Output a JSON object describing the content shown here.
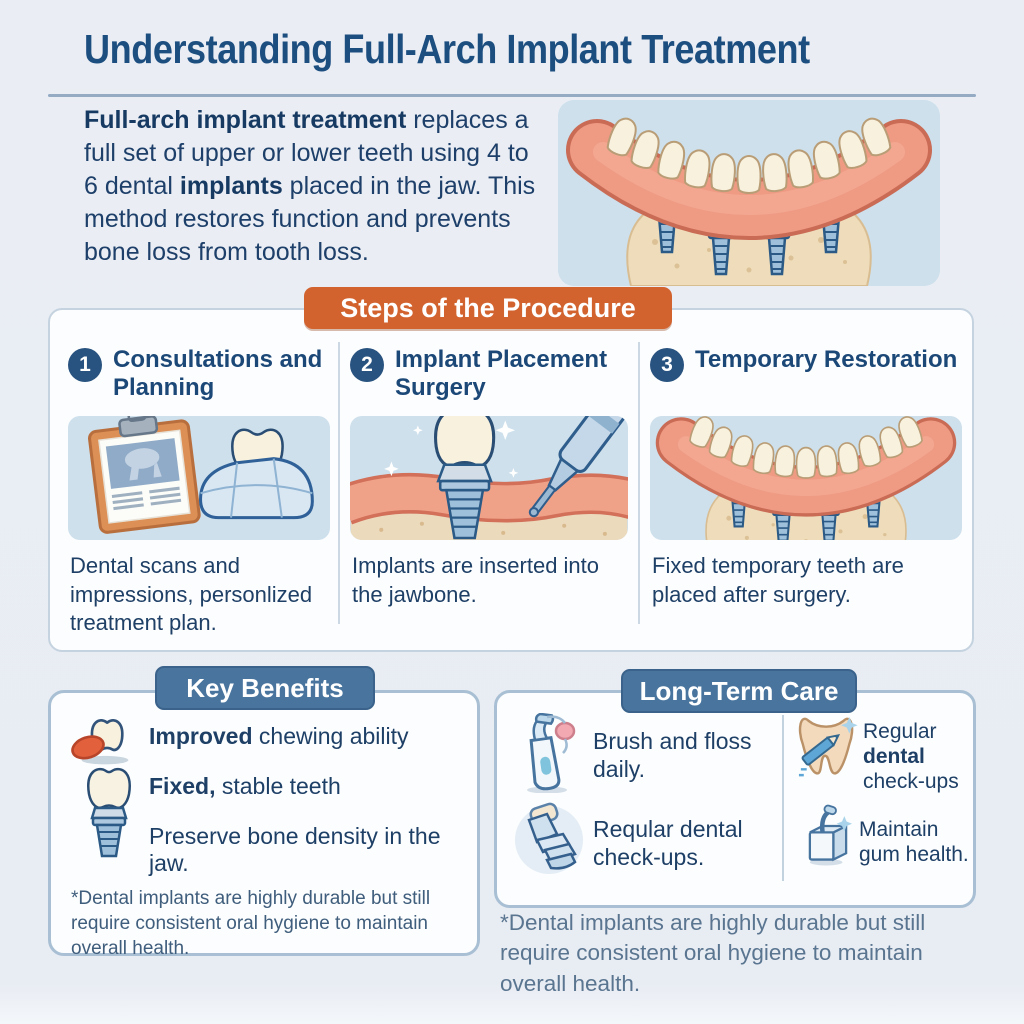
{
  "title": "Understanding Full-Arch Implant Treatment",
  "intro": {
    "bold1": "Full-arch implant treatment",
    "text1": " replaces a full set of upper or lower teeth using 4 to 6 dental ",
    "bold2": "implants",
    "text2": " placed in the jaw. This method restores function and prevents bone loss from tooth loss."
  },
  "hero": {
    "icon": "full-arch-implant-denture-illustration"
  },
  "steps": {
    "banner": "Steps of the Procedure",
    "items": [
      {
        "number": "1",
        "title": "Consultations and Planning",
        "description": "Dental scans and impressions, personlized treatment plan.",
        "icon": "clipboard-scan-and-impression-illustration"
      },
      {
        "number": "2",
        "title": "Implant Placement Surgery",
        "description": "Implants are inserted into the jawbone.",
        "icon": "implant-surgery-illustration"
      },
      {
        "number": "3",
        "title": "Temporary Restoration",
        "description": "Fixed temporary teeth are placed after surgery.",
        "icon": "temporary-restoration-arch-illustration"
      }
    ]
  },
  "key_benefits": {
    "header": "Key Benefits",
    "items": [
      {
        "bold": "Improved",
        "text": " chewing ability",
        "icon": "tooth-with-food-icon"
      },
      {
        "bold": "Fixed,",
        "text": " stable teeth",
        "icon": "implant-tooth-icon"
      },
      {
        "bold": "",
        "text": "Preserve bone density in the jaw.",
        "icon": ""
      }
    ],
    "footnote": "*Dental implants are highly durable but still require consistent oral hygiene to maintain overall health."
  },
  "long_term_care": {
    "header": "Long-Term Care",
    "items_left": [
      {
        "text": "Brush and floss daily.",
        "icon": "electric-toothbrush-and-floss-icon"
      },
      {
        "text": "Reqular dental check-ups.",
        "icon": "dental-chair-icon"
      }
    ],
    "items_right": [
      {
        "pre": "Regular ",
        "bold": "dental",
        "post": " check-ups",
        "icon": "tooth-with-pencil-icon"
      },
      {
        "text": "Maintain gum health.",
        "icon": "gum-care-tool-icon"
      }
    ]
  },
  "footnote": "*Dental implants are highly durable but still require consistent oral hygiene to maintain overall health.",
  "colors": {
    "accent_orange": "#d2622e",
    "badge_blue": "#48749e",
    "title_blue": "#1d4e80",
    "text_navy": "#1e3f66",
    "illustration_background": "#cde0ec",
    "gum_pink": "#ef9a83",
    "tooth_cream": "#f8f1de",
    "implant_blue": "#9fc0da",
    "bone_tan": "#eedcba"
  }
}
